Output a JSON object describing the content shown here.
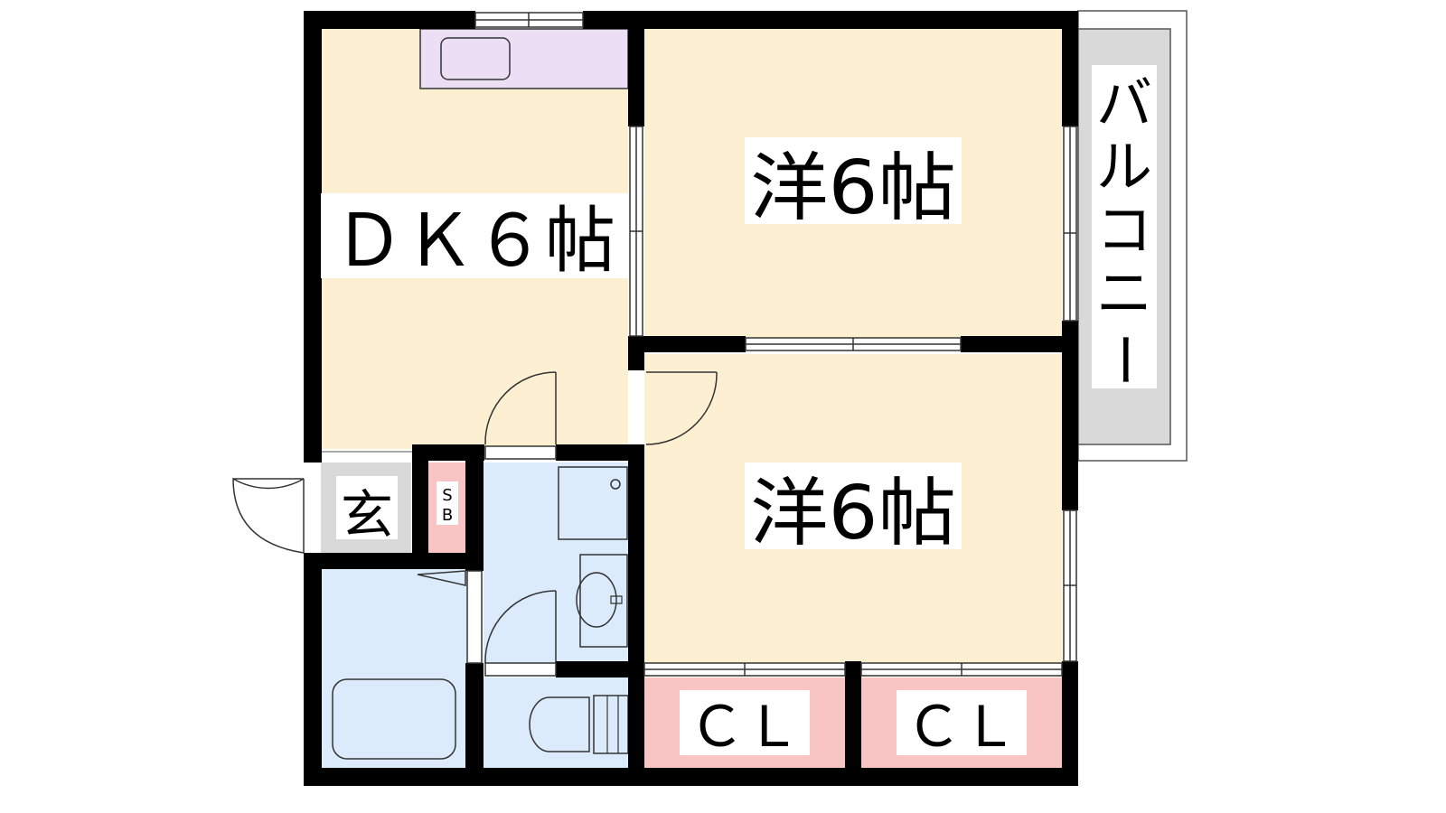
{
  "rooms": {
    "dk": {
      "label": "ＤＫ６帖",
      "color": "#fdf0d2"
    },
    "western_upper": {
      "label": "洋6帖",
      "color": "#fdf0d2"
    },
    "western_lower": {
      "label": "洋6帖",
      "color": "#fdf0d2"
    },
    "entrance": {
      "label": "玄",
      "color": "#d9d9d9"
    },
    "shoe_box": {
      "label_top": "S",
      "label_bottom": "B",
      "color": "#f9c4c4"
    },
    "bath": {
      "color": "#dcebfc"
    },
    "washroom": {
      "color": "#dcebfc"
    },
    "toilet": {
      "color": "#dcebfc"
    },
    "closet_left": {
      "label": "ＣＬ",
      "color": "#f9c4c4"
    },
    "closet_right": {
      "label": "ＣＬ",
      "color": "#f9c4c4"
    },
    "kitchen_counter": {
      "color": "#ecdff5"
    }
  },
  "balcony": {
    "label_chars": [
      "バ",
      "ル",
      "コ",
      "ニ",
      "ー"
    ],
    "color": "#d9d9d9"
  },
  "colors": {
    "wall": "#000000",
    "line": "#333333",
    "label_bg": "#ffffff"
  }
}
